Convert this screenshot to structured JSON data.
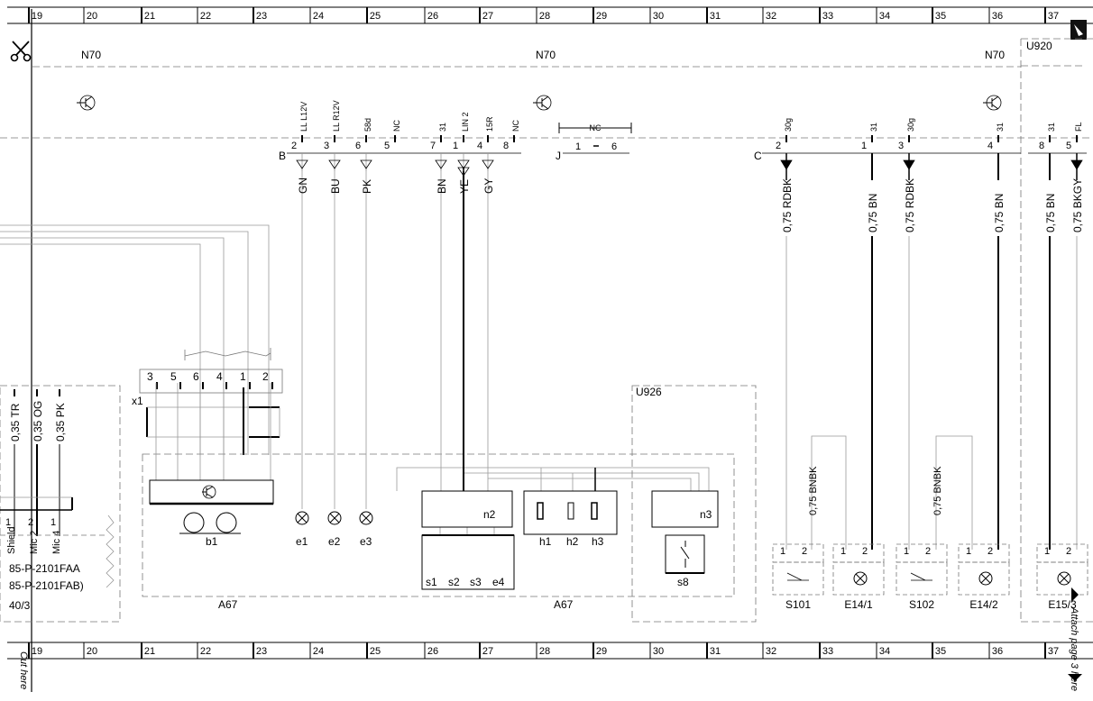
{
  "ruler": {
    "top": [
      "19",
      "20",
      "21",
      "22",
      "23",
      "24",
      "25",
      "26",
      "27",
      "28",
      "29",
      "30",
      "31",
      "32",
      "33",
      "34",
      "35",
      "36",
      "37"
    ],
    "bottom": [
      "19",
      "20",
      "21",
      "22",
      "23",
      "24",
      "25",
      "26",
      "27",
      "28",
      "29",
      "30",
      "31",
      "32",
      "33",
      "34",
      "35",
      "36",
      "37"
    ]
  },
  "module_labels": {
    "n70_left": "N70",
    "n70_center": "N70",
    "n70_right": "N70",
    "u920": "U920",
    "u926": "U926"
  },
  "connector_labels": {
    "b": "B",
    "j": "J",
    "c": "C",
    "x1": "x1"
  },
  "connector_b": {
    "signals": [
      "LL L12V",
      "LL R12V",
      "58d",
      "NC",
      "31",
      "LIN 2",
      "15R",
      "NC"
    ],
    "pins": [
      "2",
      "3",
      "6",
      "5",
      "7",
      "1",
      "4",
      "8"
    ],
    "wires": [
      "GN",
      "BU",
      "PK",
      "BN",
      "YE",
      "GY"
    ]
  },
  "connector_j": {
    "signal": "NC",
    "pins": [
      "1",
      "6"
    ]
  },
  "connector_c": {
    "signals": [
      "30g",
      "31",
      "30g",
      "31",
      "31",
      "FL"
    ],
    "pins": [
      "2",
      "1",
      "3",
      "4",
      "8",
      "5"
    ],
    "wires": [
      "0,75 RDBK",
      "0,75 BN",
      "0,75 RDBK",
      "0,75 BN",
      "0,75 BN",
      "0,75 BKGY"
    ]
  },
  "switch_wires": [
    "0,75 BNBK",
    "0,75 BNBK"
  ],
  "left_wires": [
    "0,35 TR",
    "0,35 OG",
    "0,35 PK"
  ],
  "left_pins": [
    "1",
    "2",
    "1"
  ],
  "left_labels": [
    "Shield",
    "Mic 2",
    "Mic 4"
  ],
  "left_parts": [
    "85-P-2101FAA",
    "85-P-2101FAB)",
    "40/3"
  ],
  "x1_pins": [
    "3",
    "5",
    "6",
    "4",
    "1",
    "2"
  ],
  "a67": {
    "labels": [
      "A67",
      "A67"
    ],
    "components": {
      "b1": "b1",
      "e1": "e1",
      "e2": "e2",
      "e3": "e3",
      "n2": "n2",
      "n3": "n3",
      "h1": "h1",
      "h2": "h2",
      "h3": "h3",
      "s1": "s1",
      "s2": "s2",
      "s3": "s3",
      "e4": "e4",
      "s8": "s8"
    }
  },
  "bottom_components": {
    "s101": "S101",
    "e14_1": "E14/1",
    "s102": "S102",
    "e14_2": "E14/2",
    "e15": "E15/3",
    "pin_pairs": [
      "1",
      "2"
    ]
  },
  "page_notes": {
    "cut_here": "Cut here",
    "attach": "Attach page 3 here"
  }
}
